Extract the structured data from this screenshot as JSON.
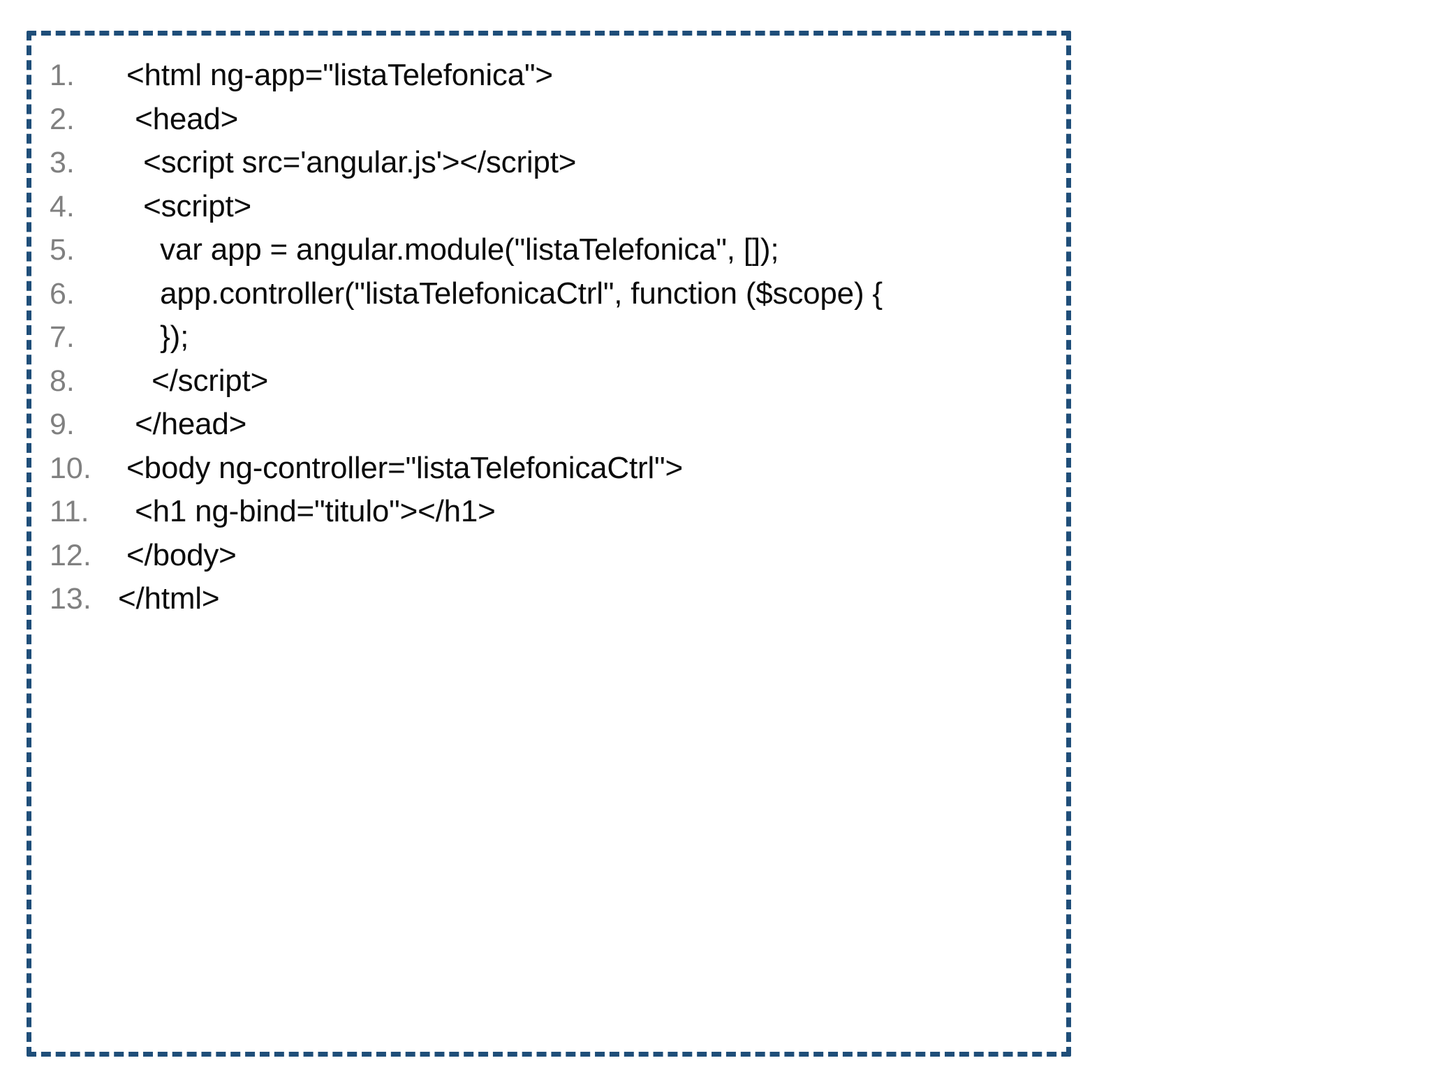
{
  "document": {
    "type": "code-listing",
    "language": "html",
    "border_color": "#1F4E79",
    "background_color": "#FFFFFF",
    "line_number_color": "#808080",
    "code_color": "#0B0B0B",
    "lines": [
      {
        "number": "1.",
        "code": "  <html ng-app=\"listaTelefonica\">"
      },
      {
        "number": "2.",
        "code": "   <head>"
      },
      {
        "number": "3.",
        "code": "    <script src='angular.js'></script>"
      },
      {
        "number": "4.",
        "code": "    <script>"
      },
      {
        "number": "5.",
        "code": "      var app = angular.module(\"listaTelefonica\", []);"
      },
      {
        "number": "6.",
        "code": "      app.controller(\"listaTelefonicaCtrl\", function ($scope) {"
      },
      {
        "number": "7.",
        "code": "      });"
      },
      {
        "number": "8.",
        "code": "     </script>"
      },
      {
        "number": "9.",
        "code": "   </head>"
      },
      {
        "number": "10.",
        "code": "  <body ng-controller=\"listaTelefonicaCtrl\">"
      },
      {
        "number": "11.",
        "code": "   <h1 ng-bind=\"titulo\"></h1>"
      },
      {
        "number": "12.",
        "code": "  </body>"
      },
      {
        "number": "13.",
        "code": " </html>"
      }
    ]
  }
}
